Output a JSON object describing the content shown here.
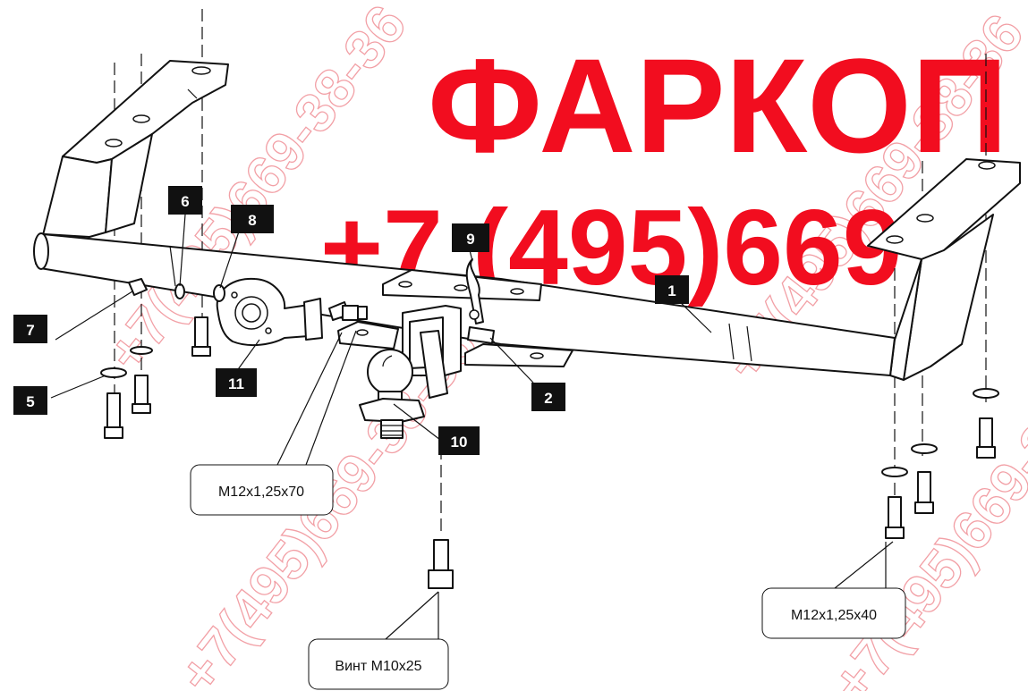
{
  "watermark": {
    "title": "ФАРКОП",
    "phone": "+7 (495)669",
    "diagonal": "+7(495)669-38-36",
    "color": "#f20d1f"
  },
  "part_labels": {
    "p1": "1",
    "p2": "2",
    "p5": "5",
    "p6": "6",
    "p7": "7",
    "p8": "8",
    "p9": "9",
    "p10": "10",
    "p11": "11"
  },
  "callouts": {
    "bolt_m12x70": "M12x1,25x70",
    "bolt_m12x40": "M12x1,25x40",
    "screw_m10x25": "Винт М10х25"
  }
}
